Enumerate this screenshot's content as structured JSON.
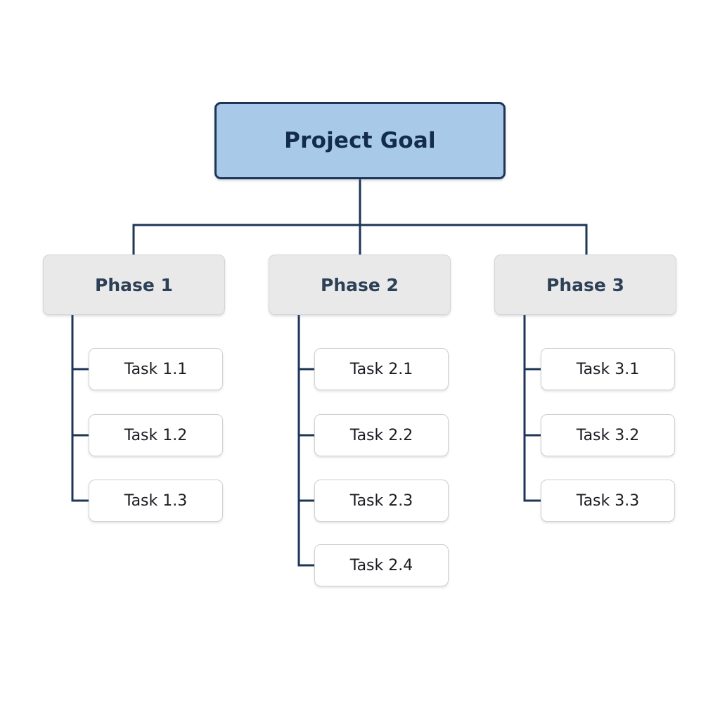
{
  "diagram": {
    "type": "work-breakdown-structure",
    "background_color": "#ffffff",
    "connector_color": "#1d3557",
    "root": {
      "label": "Project Goal",
      "fill": "#a9c9e8",
      "border": "#1d3557",
      "text_color": "#132c4c"
    },
    "phase_style": {
      "fill": "#e9e9ea",
      "border": "#d2d4d7",
      "text_color": "#2c4056"
    },
    "task_style": {
      "fill": "#ffffff",
      "border": "#cdd0d4",
      "text_color": "#1b1b21"
    },
    "branches": [
      {
        "label": "Phase 1",
        "tasks": [
          "Task 1.1",
          "Task 1.2",
          "Task 1.3"
        ]
      },
      {
        "label": "Phase 2",
        "tasks": [
          "Task 2.1",
          "Task 2.2",
          "Task 2.3",
          "Task 2.4"
        ]
      },
      {
        "label": "Phase 3",
        "tasks": [
          "Task 3.1",
          "Task 3.2",
          "Task 3.3"
        ]
      }
    ]
  }
}
